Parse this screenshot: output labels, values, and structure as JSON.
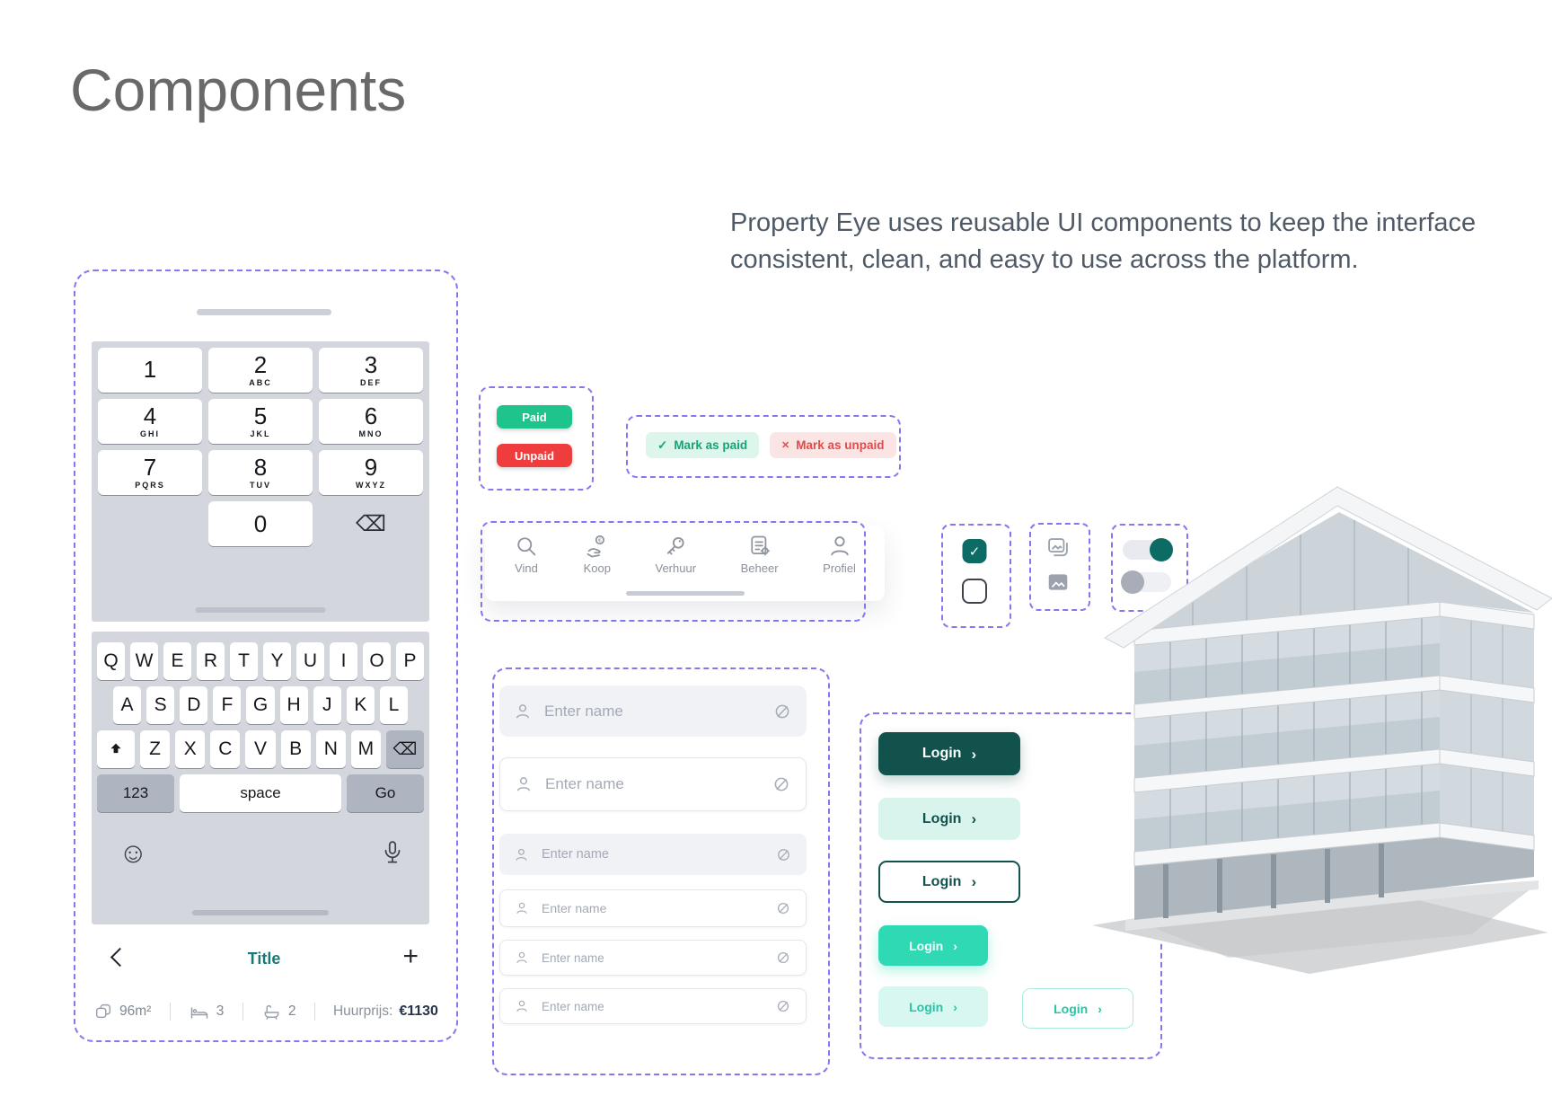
{
  "page": {
    "heading": "Components",
    "intro": "Property Eye uses reusable UI components to keep the interface consistent, clean, and easy to use across the platform."
  },
  "phone": {
    "keypad": {
      "keys": [
        {
          "digit": "1",
          "letters": ""
        },
        {
          "digit": "2",
          "letters": "ABC"
        },
        {
          "digit": "3",
          "letters": "DEF"
        },
        {
          "digit": "4",
          "letters": "GHI"
        },
        {
          "digit": "5",
          "letters": "JKL"
        },
        {
          "digit": "6",
          "letters": "MNO"
        },
        {
          "digit": "7",
          "letters": "PQRS"
        },
        {
          "digit": "8",
          "letters": "TUV"
        },
        {
          "digit": "9",
          "letters": "WXYZ"
        },
        {
          "digit": "0",
          "letters": ""
        }
      ],
      "backspace_icon": "⌫"
    },
    "keyboard": {
      "row1": [
        "Q",
        "W",
        "E",
        "R",
        "T",
        "Y",
        "U",
        "I",
        "O",
        "P"
      ],
      "row2": [
        "A",
        "S",
        "D",
        "F",
        "G",
        "H",
        "J",
        "K",
        "L"
      ],
      "row3": [
        "Z",
        "X",
        "C",
        "V",
        "B",
        "N",
        "M"
      ],
      "numbers_key": "123",
      "space_key": "space",
      "go_key": "Go",
      "backspace_icon": "⌫",
      "emoji_icon": "☺"
    },
    "title_bar": {
      "title": "Title",
      "add_icon": "+"
    },
    "property_info": {
      "area": "96m²",
      "bedrooms": "3",
      "bathrooms": "2",
      "price_label": "Huurprijs:",
      "price": "€1130"
    }
  },
  "status_buttons": {
    "paid_label": "Paid",
    "unpaid_label": "Unpaid"
  },
  "mark_actions": {
    "paid_label": "Mark as paid",
    "unpaid_label": "Mark as unpaid",
    "check_icon": "✓",
    "x_icon": "✕"
  },
  "bottom_nav": {
    "items": [
      {
        "label": "Vind"
      },
      {
        "label": "Koop"
      },
      {
        "label": "Verhuur"
      },
      {
        "label": "Beheer"
      },
      {
        "label": "Profiel"
      }
    ]
  },
  "form": {
    "placeholder": "Enter name"
  },
  "login": {
    "label": "Login",
    "chevron": "›"
  },
  "colors": {
    "dashed_border": "#8478EE",
    "accent_teal_dark": "#0C6B64",
    "login_dark": "#11524D",
    "mint": "#D9F3ED",
    "bright_teal": "#2ED9B4",
    "paid_green": "#1EC48C",
    "unpaid_red": "#EF3C3C",
    "chip_green_bg": "#DCF6EC",
    "chip_green_text": "#17A377",
    "chip_red_bg": "#FBE4E4",
    "chip_red_text": "#E14B4B",
    "keyboard_gray": "#D3D6DD",
    "title_teal": "#177A74"
  }
}
